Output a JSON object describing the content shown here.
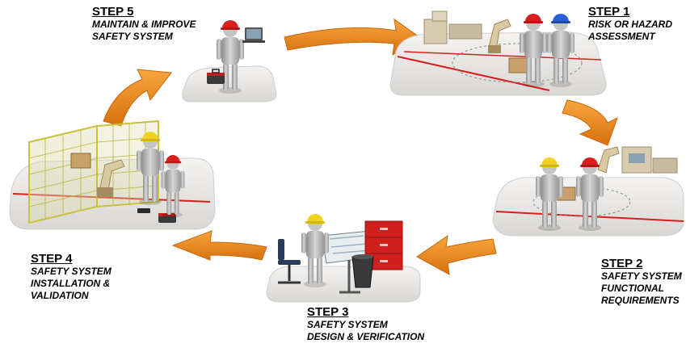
{
  "steps": [
    {
      "title": "STEP 1",
      "desc_lines": [
        "RISK OR HAZARD",
        "ASSESSMENT"
      ]
    },
    {
      "title": "STEP 2",
      "desc_lines": [
        "SAFETY SYSTEM",
        "FUNCTIONAL",
        "REQUIREMENTS"
      ]
    },
    {
      "title": "STEP 3",
      "desc_lines": [
        "SAFETY SYSTEM",
        "DESIGN & VERIFICATION"
      ]
    },
    {
      "title": "STEP 4",
      "desc_lines": [
        "SAFETY SYSTEM",
        "INSTALLATION &",
        "VALIDATION"
      ]
    },
    {
      "title": "STEP 5",
      "desc_lines": [
        "MAINTAIN & IMPROVE",
        "SAFETY SYSTEM"
      ]
    }
  ],
  "colors": {
    "arrow": "#f28c1e",
    "arrow_dark": "#c9660a",
    "platform": "#ecebea",
    "platform_edge": "#cfcdca",
    "hardhat_red": "#d81e1e",
    "hardhat_yellow": "#f2d21c",
    "hardhat_blue": "#2a5fd6",
    "worker": "#b9b9b9",
    "cabinet": "#d0201c",
    "fence": "#c9c23a"
  },
  "icons": [
    "hardhat-icon",
    "worker-icon",
    "robot-arm-icon",
    "fence-icon",
    "drafting-table-icon",
    "cabinet-icon",
    "laptop-icon",
    "toolbox-icon",
    "chair-icon",
    "trash-can-icon",
    "arrow-icon"
  ]
}
